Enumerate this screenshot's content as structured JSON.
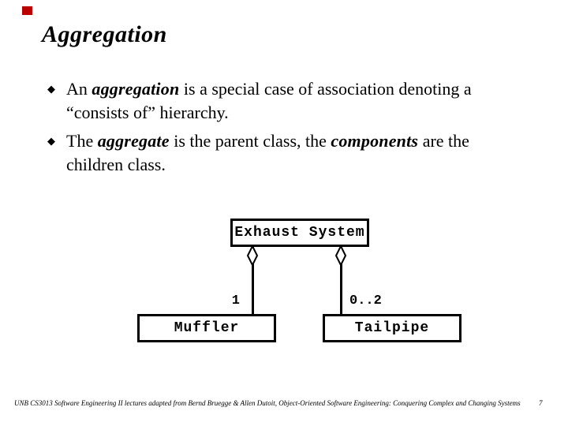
{
  "slide": {
    "marker_color": "#bb0000",
    "title": "Aggregation",
    "bullet_glyph": "◆",
    "bullets": [
      {
        "segments": [
          {
            "text": "An "
          },
          {
            "text": "aggregation",
            "bold": true
          },
          {
            "text": " is a special case of association denoting a “consists of” hierarchy."
          }
        ]
      },
      {
        "segments": [
          {
            "text": "The "
          },
          {
            "text": "aggregate",
            "bold": true
          },
          {
            "text": " is the parent class, the "
          },
          {
            "text": "components",
            "bold": true
          },
          {
            "text": " are the children class."
          }
        ]
      }
    ]
  },
  "diagram": {
    "type": "uml-class-aggregation",
    "parent_class": "Exhaust System",
    "children": [
      {
        "name": "Muffler",
        "multiplicity": "1"
      },
      {
        "name": "Tailpipe",
        "multiplicity": "0..2"
      }
    ],
    "line_color": "#000000"
  },
  "footer": {
    "text": "UNB CS3013 Software Engineering II lectures adapted from Bernd Bruegge & Allen Dutoit, Object-Oriented Software Engineering: Conquering Complex and Changing Systems",
    "page_number": "7"
  }
}
